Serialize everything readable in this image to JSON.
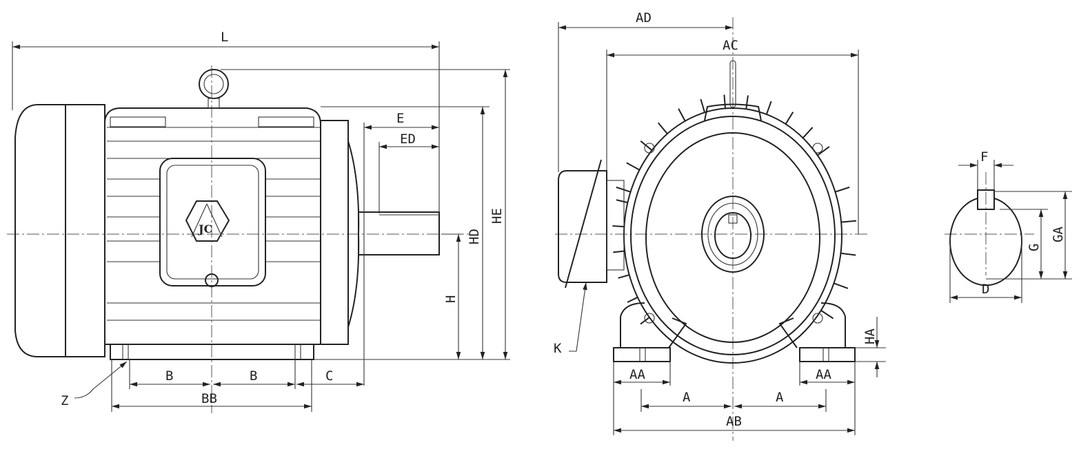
{
  "drawing": {
    "logo_text": "JC",
    "side_view": {
      "L": "L",
      "E": "E",
      "ED": "ED",
      "HD": "HD",
      "HE": "HE",
      "H": "H",
      "B1": "B",
      "B2": "B",
      "C": "C",
      "BB": "BB",
      "Z": "Z"
    },
    "front_view": {
      "AD": "AD",
      "AC": "AC",
      "K": "K",
      "HA": "HA",
      "AA1": "AA",
      "AA2": "AA",
      "A1": "A",
      "A2": "A",
      "AB": "AB"
    },
    "shaft_section": {
      "F": "F",
      "G": "G",
      "GA": "GA",
      "D": "D"
    }
  }
}
